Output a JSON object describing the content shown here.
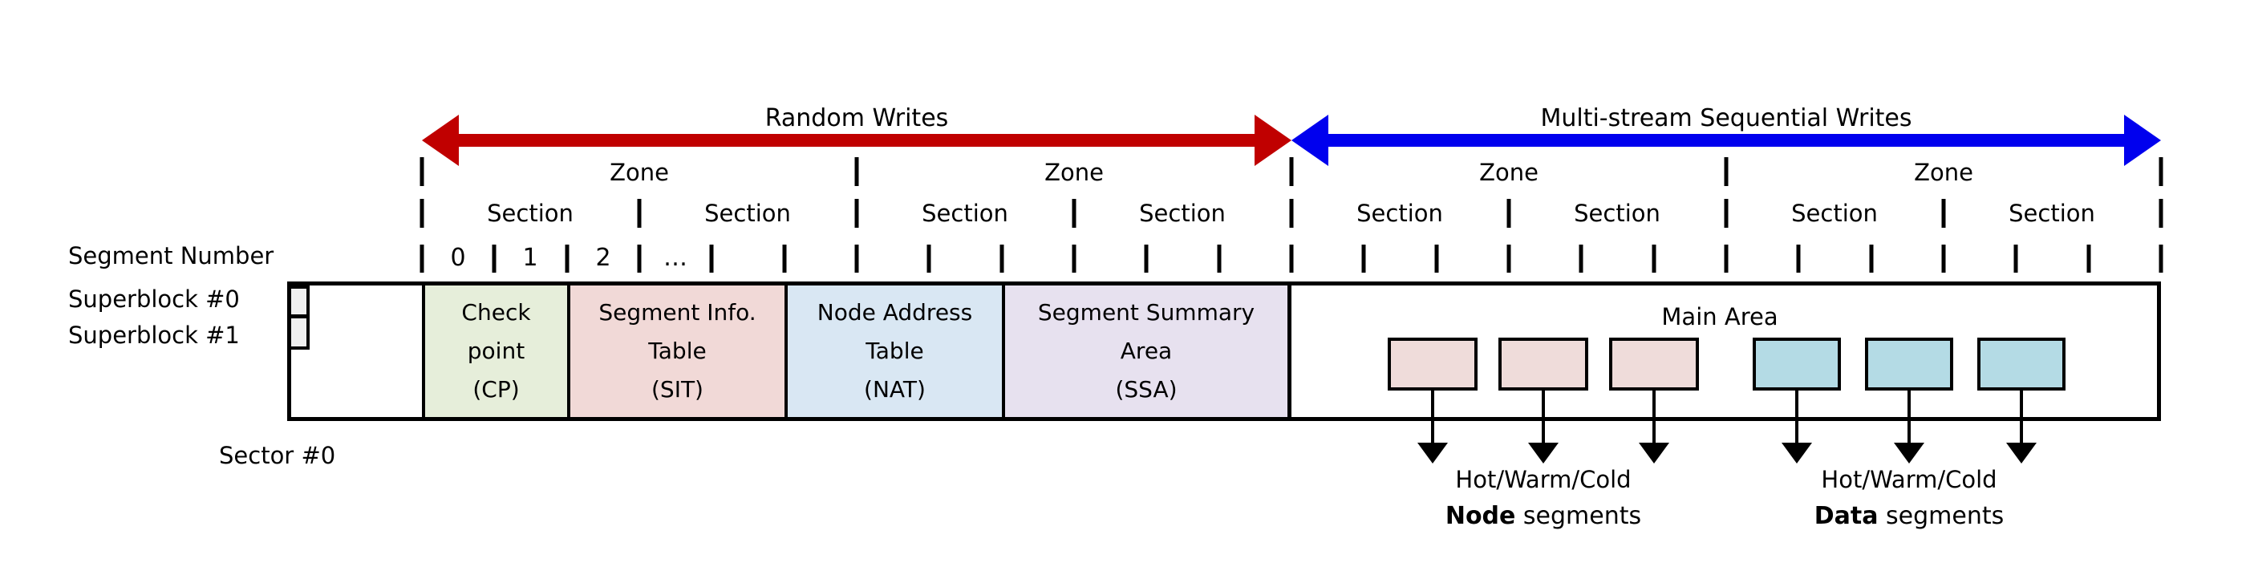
{
  "arrows": {
    "random": {
      "label": "Random Writes",
      "color": "#c00000"
    },
    "sequential": {
      "label": "Multi-stream Sequential Writes",
      "color": "#0000ee"
    }
  },
  "zone_label": "Zone",
  "section_label": "Section",
  "segment_numbers": [
    "0",
    "1",
    "2",
    "…"
  ],
  "row_labels": {
    "segment_number": "Segment Number",
    "superblock0": "Superblock #0",
    "superblock1": "Superblock #1",
    "sector0": "Sector #0"
  },
  "blocks": [
    {
      "id": "checkpoint",
      "lines": [
        "Check",
        "point",
        "(CP)"
      ],
      "color": "#e6eeda"
    },
    {
      "id": "segment-info-table",
      "lines": [
        "Segment Info.",
        "Table",
        "(SIT)"
      ],
      "color": "#f1d9d7"
    },
    {
      "id": "node-address-table",
      "lines": [
        "Node Address",
        "Table",
        "(NAT)"
      ],
      "color": "#d9e7f3"
    },
    {
      "id": "segment-summary-area",
      "lines": [
        "Segment Summary",
        "Area",
        "(SSA)"
      ],
      "color": "#e7e1ef"
    }
  ],
  "main_area": {
    "label": "Main Area",
    "node_box_color": "#efdcda",
    "data_box_color": "#b4dbe5",
    "superblock_box_color": "#f0f0f0",
    "groups": [
      {
        "line1": "Hot/Warm/Cold",
        "bold": "Node",
        "rest": " segments"
      },
      {
        "line1": "Hot/Warm/Cold",
        "bold": "Data",
        "rest": " segments"
      }
    ]
  }
}
